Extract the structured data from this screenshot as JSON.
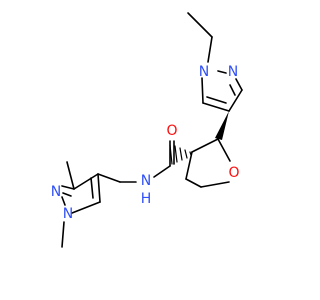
{
  "colors": {
    "background": "#ffffff",
    "bond": "#000000",
    "carbon": "#000000",
    "nitrogen": "#3050F8",
    "oxygen": "#FF0D0D"
  },
  "atoms": {
    "n_pyrazole_top_1": "N",
    "n_pyrazole_top_2": "N",
    "n_amide": "N",
    "h_amide": "H",
    "o_carbonyl": "O",
    "o_ring": "O",
    "n_pyrazole_bottom_1": "N",
    "n_pyrazole_bottom_2": "N"
  }
}
